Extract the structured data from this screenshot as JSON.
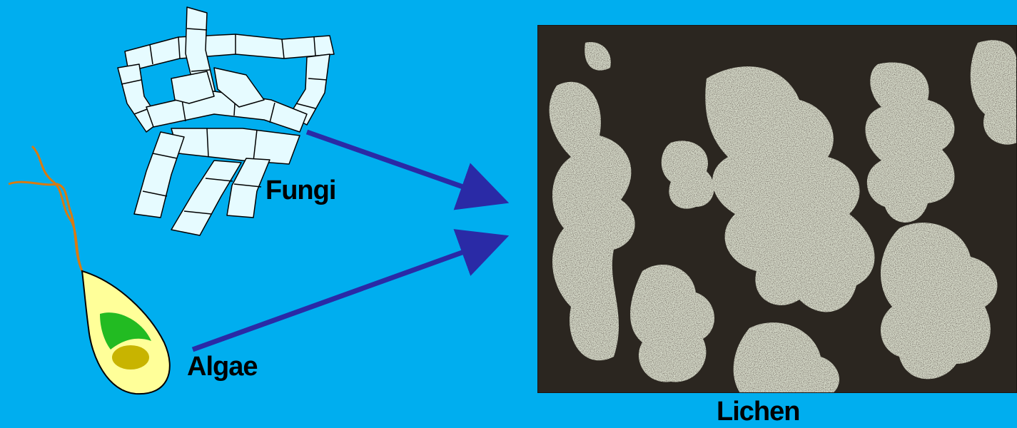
{
  "labels": {
    "fungi": "Fungi",
    "algae": "Algae",
    "lichen": "Lichen"
  },
  "colors": {
    "background": "#00aeef",
    "hyphae_fill": "#e6fbff",
    "algae_body": "#ffff99",
    "chloroplast": "#22bb22",
    "nucleus": "#c8b400",
    "flagella": "#d97a10",
    "arrow": "#2a2aa6"
  }
}
